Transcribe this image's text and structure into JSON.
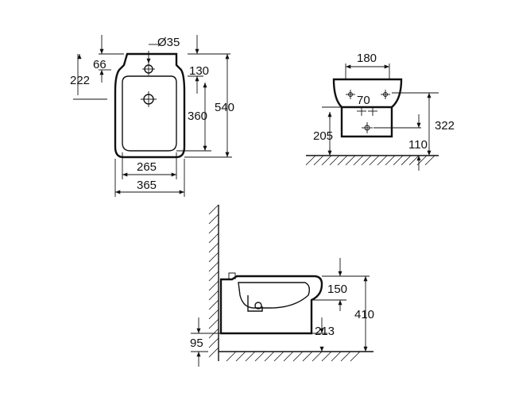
{
  "top_view": {
    "dim_hole_diameter": "Ø35",
    "dim_66": "66",
    "dim_222": "222",
    "dim_130": "130",
    "dim_360": "360",
    "dim_540": "540",
    "dim_265": "265",
    "dim_365": "365"
  },
  "front_view": {
    "dim_180": "180",
    "dim_70": "70",
    "dim_205": "205",
    "dim_322": "322",
    "dim_110": "110"
  },
  "side_view": {
    "dim_150": "150",
    "dim_410": "410",
    "dim_213": "213",
    "dim_95": "95"
  }
}
